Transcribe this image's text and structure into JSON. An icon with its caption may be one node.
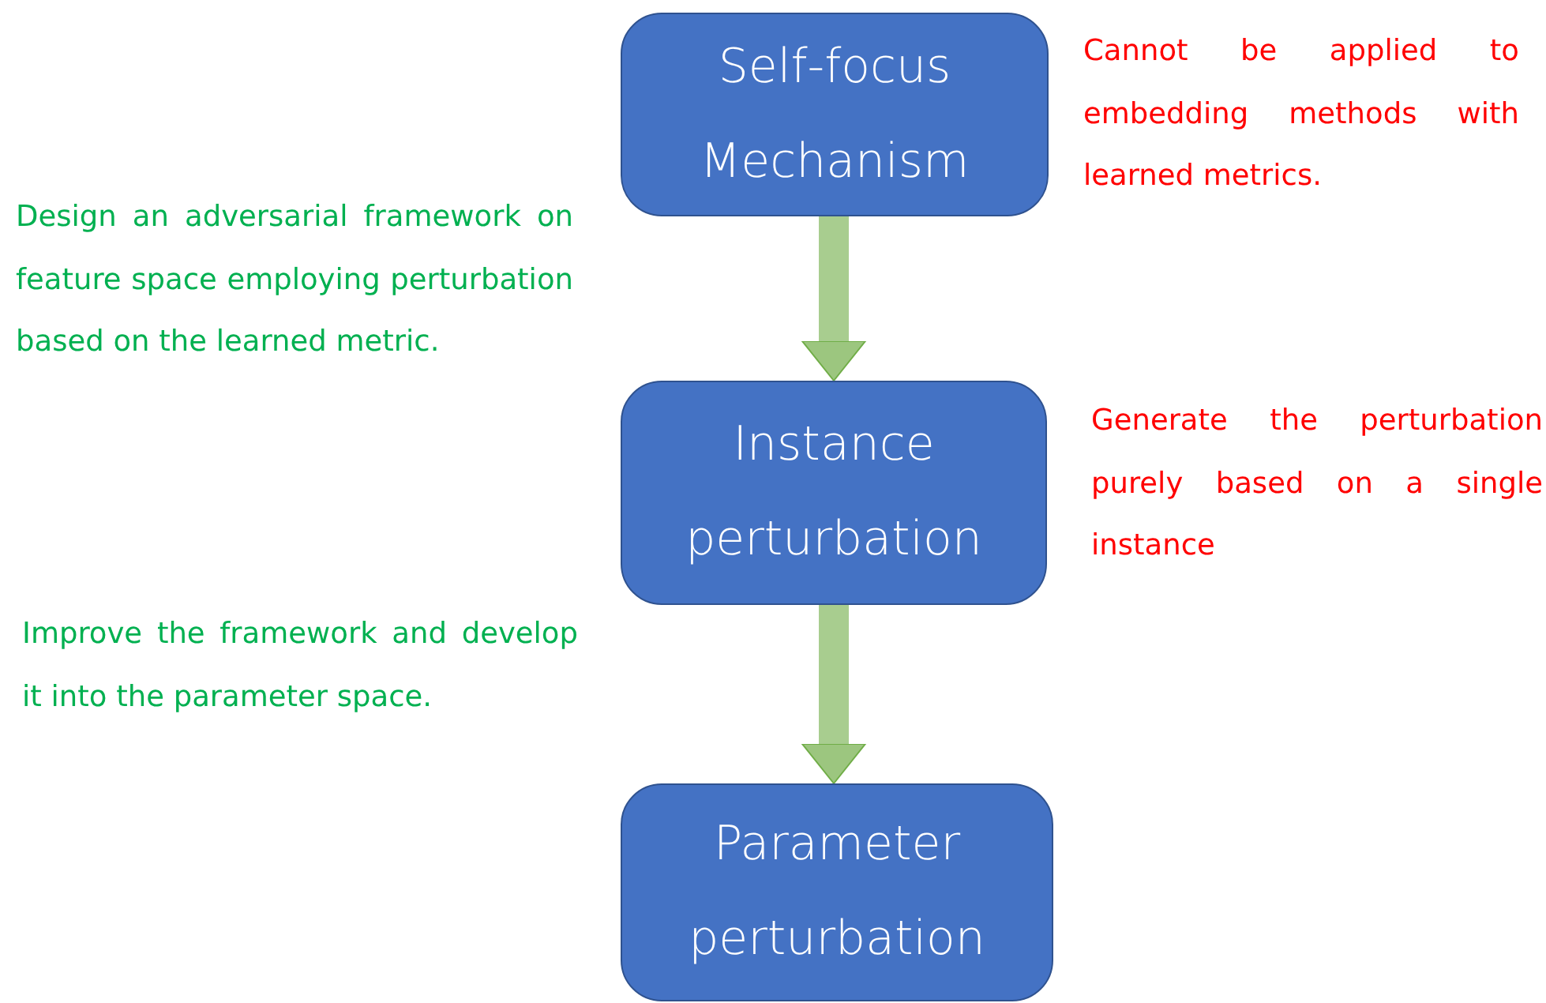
{
  "diagram": {
    "nodes": [
      {
        "text": [
          "Self-focus Mechanism"
        ],
        "beside": [
          "Cannot be applied to embedding methods with learned metrics."
        ]
      },
      {
        "text": [
          "Instance perturbation"
        ],
        "beside": [
          "Generate the perturbation purely based on a single instance"
        ]
      },
      {
        "text": [
          "Parameter perturbation"
        ]
      }
    ],
    "edges": [
      {
        "from": 0,
        "to": 1,
        "arrow": "to"
      },
      {
        "from": 1,
        "to": 2,
        "arrow": "to"
      }
    ],
    "labels": [
      "Design an adversarial framework on feature space employing perturbation based on the learned metric.",
      "Improve the framework and develop it into the parameter space."
    ]
  }
}
